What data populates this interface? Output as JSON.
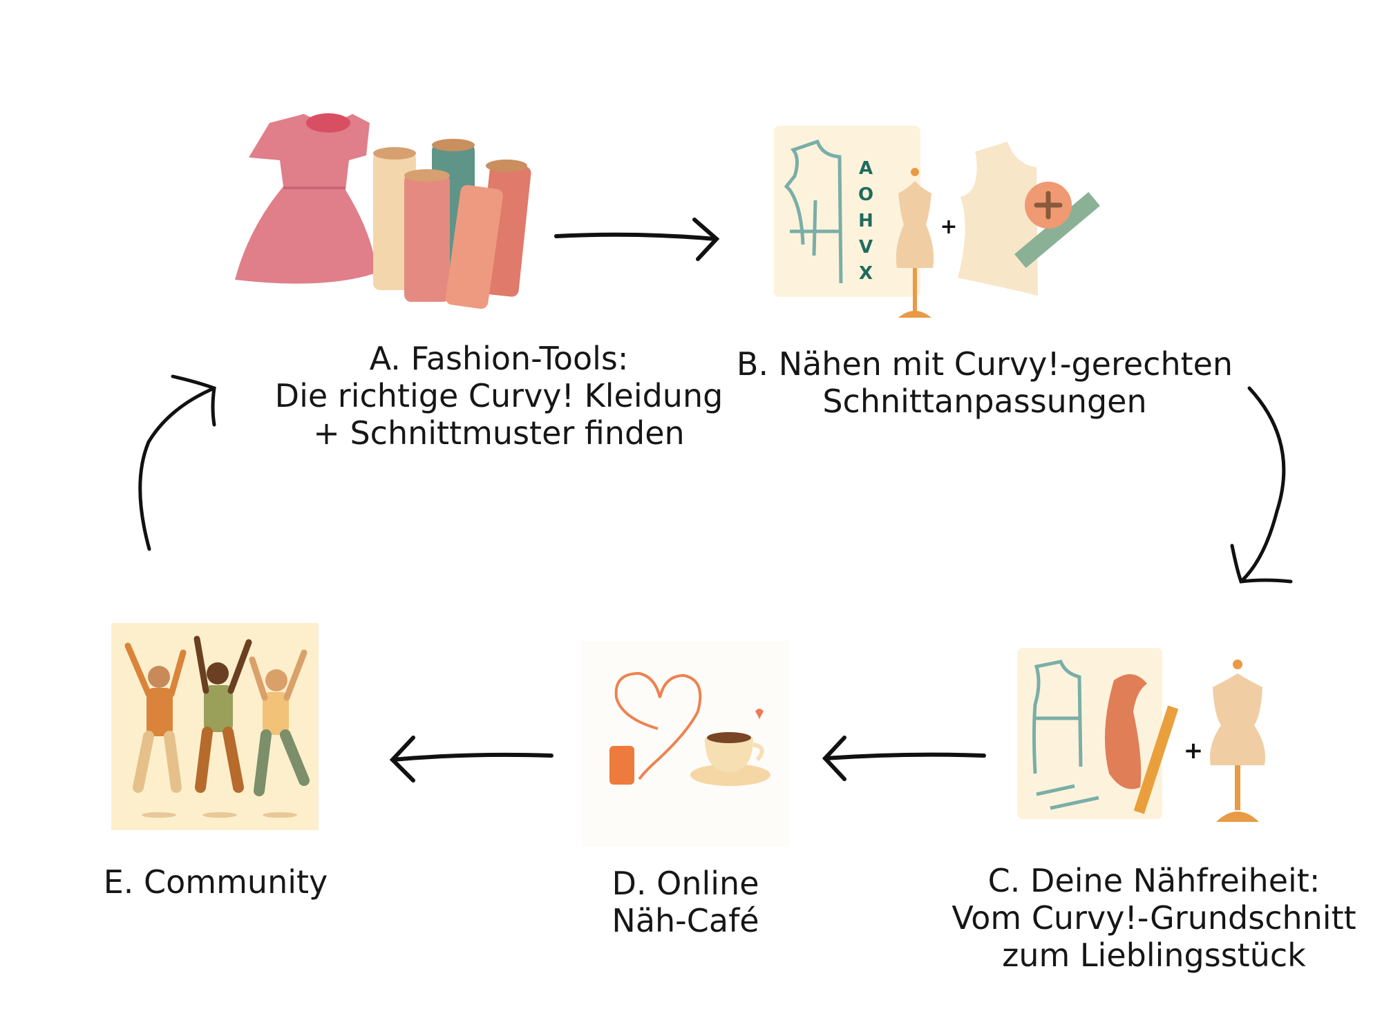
{
  "steps": {
    "a": {
      "lines": [
        "A. Fashion-Tools:",
        "Die richtige Curvy! Kleidung",
        "+ Schnittmuster finden"
      ]
    },
    "b": {
      "lines": [
        "B. Nähen mit Curvy!-gerechten",
        "Schnittanpassungen"
      ],
      "figure_letters": [
        "A",
        "O",
        "H",
        "V",
        "X"
      ]
    },
    "c": {
      "lines": [
        "C. Deine Nähfreiheit:",
        "Vom Curvy!-Grundschnitt",
        "zum Lieblingsstück"
      ]
    },
    "d": {
      "lines": [
        "D. Online",
        "Näh-Café"
      ]
    },
    "e": {
      "lines": [
        "E. Community"
      ]
    }
  },
  "colors": {
    "teal": "#1f6b5e",
    "pink": "#e07e8a",
    "cream": "#fdf3dc",
    "orange": "#e99a45"
  }
}
